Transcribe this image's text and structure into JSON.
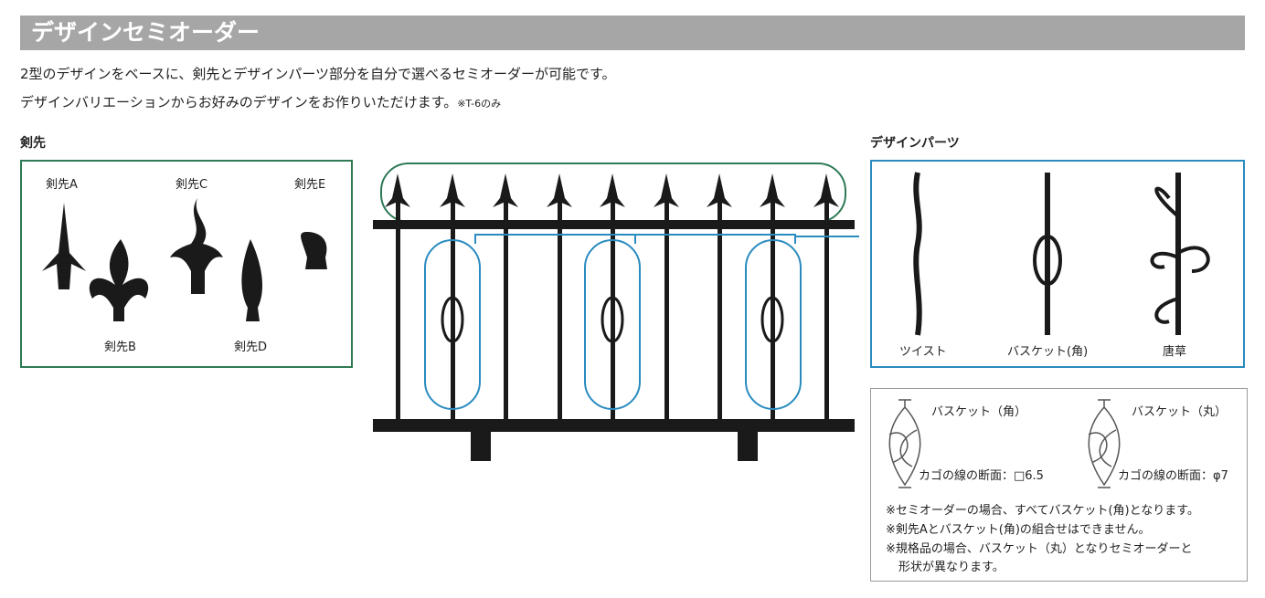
{
  "header": {
    "title": "デザインセミオーダー"
  },
  "intro": {
    "line1": "2型のデザインをベースに、剣先とデザインパーツ部分を自分で選べるセミオーダーが可能です。",
    "line2": "デザインバリエーションからお好みのデザインをお作りいただけます。",
    "line2_note": "※T-6のみ"
  },
  "tips": {
    "heading": "剣先",
    "items": [
      "剣先A",
      "剣先B",
      "剣先C",
      "剣先D",
      "剣先E"
    ]
  },
  "parts": {
    "heading": "デザインパーツ",
    "items": [
      "ツイスト",
      "バスケット(角)",
      "唐草"
    ]
  },
  "notes": {
    "basket_square": "バスケット（角）",
    "basket_round": "バスケット（丸）",
    "section_square": "カゴの線の断面：□6.5",
    "section_round": "カゴの線の断面：φ7",
    "lines": [
      "※セミオーダーの場合、すべてバスケット(角)となります。",
      "※剣先Aとバスケット(角)の組合せはできません。",
      "※規格品の場合、バスケット（丸）となりセミオーダーと",
      "形状が異なります。"
    ]
  },
  "colors": {
    "header": "#a6a6a6",
    "tip_frame": "#2e7a55",
    "parts_frame": "#2a8bbf"
  }
}
